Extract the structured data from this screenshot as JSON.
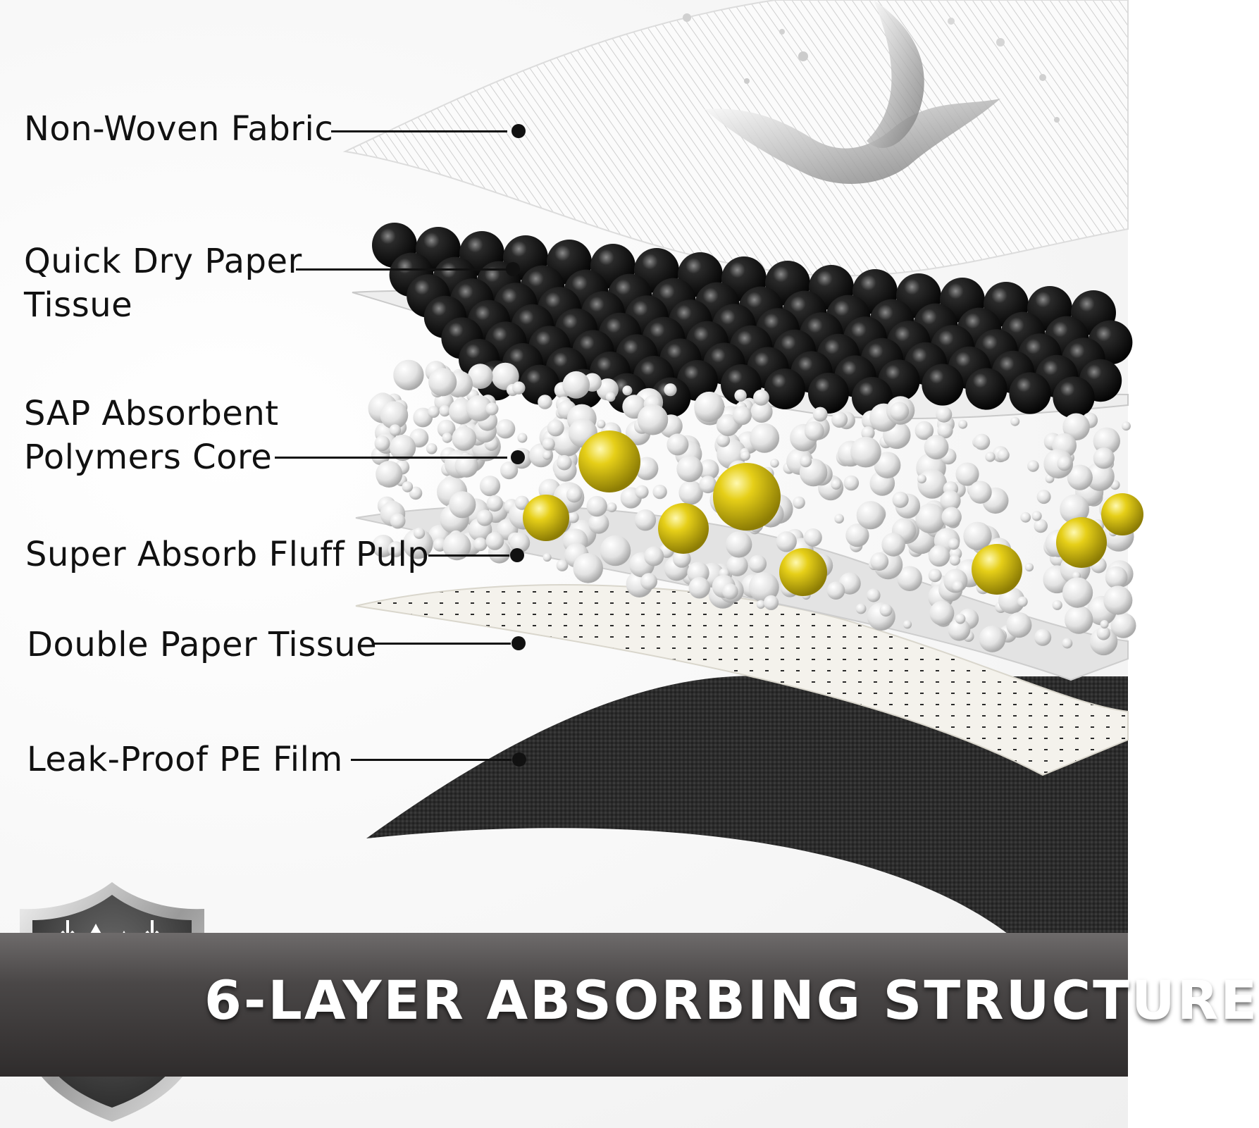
{
  "labels": {
    "non_woven": "Non-Woven Fabric",
    "quick_dry_line1": "Quick Dry Paper",
    "quick_dry_line2": "Tissue",
    "sap_line1": "SAP Absorbent",
    "sap_line2": "Polymers Core",
    "fluff_pulp": "Super Absorb Fluff Pulp",
    "double_tissue": "Double Paper Tissue",
    "pe_film": "Leak-Proof PE Film"
  },
  "banner": {
    "title": "6-LAYER ABSORBING STRUCTURE"
  },
  "icons": {
    "badge": "shield-icon",
    "badge_content": "water-drops-absorb-icon"
  },
  "colors": {
    "banner_dark": "#2f2c2c",
    "sap_bead_yellow": "#e0c81a",
    "black_bead": "#0d0d0d",
    "pe_film": "#2a2a2a"
  }
}
